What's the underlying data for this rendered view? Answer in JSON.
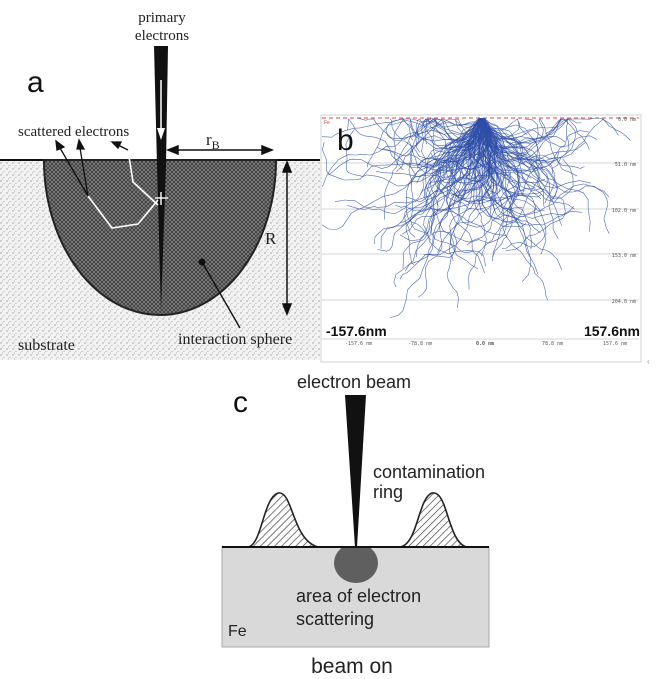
{
  "panel_a": {
    "letter": "a",
    "primary_electrons_line1": "primary",
    "primary_electrons_line2": "electrons",
    "scattered_electrons": "scattered electrons",
    "radius_b_letter": "r",
    "radius_b_sub": "B",
    "radius_R": "R",
    "substrate": "substrate",
    "interaction_sphere": "interaction sphere"
  },
  "panel_b": {
    "letter": "b",
    "corner_label": "Fe",
    "x_min_label": "-157.6nm",
    "x_max_label": "157.6nm",
    "x_ticks": [
      "-157.6 nm",
      "-78.8 nm",
      "0.0 nm",
      "78.8 nm",
      "157.6 nm"
    ],
    "y_ticks": [
      "0.0 nm",
      "51.0 nm",
      "102.0 nm",
      "153.0 nm",
      "204.0 nm"
    ],
    "trajectory_color": "#2f4fa8"
  },
  "panel_c": {
    "letter": "c",
    "electron_beam": "electron beam",
    "contamination_line1": "contamination",
    "contamination_line2": "ring",
    "area_line1": "area of electron",
    "area_line2": "scattering",
    "material": "Fe",
    "caption": "beam on"
  }
}
